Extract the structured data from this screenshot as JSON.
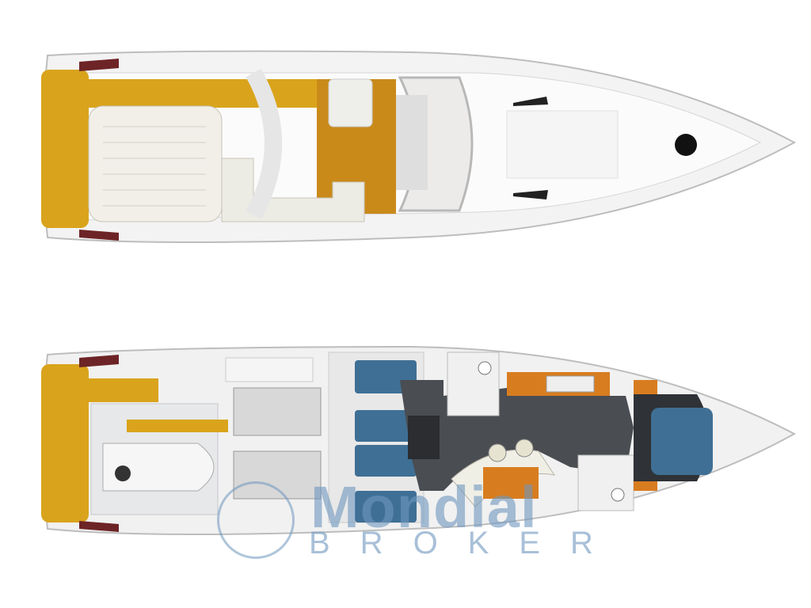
{
  "diagram": {
    "upper_view": "deck-plan",
    "lower_view": "interior-plan"
  },
  "watermark": {
    "title": "Mondial",
    "subtitle": "BROKER"
  },
  "colors": {
    "teak": "#d9a41c",
    "hull": "#f4f4f4",
    "upholstery": "#3f6f95",
    "floor": "#4a4d52",
    "wood": "#d87d1f",
    "watermark": "#6e96be"
  }
}
